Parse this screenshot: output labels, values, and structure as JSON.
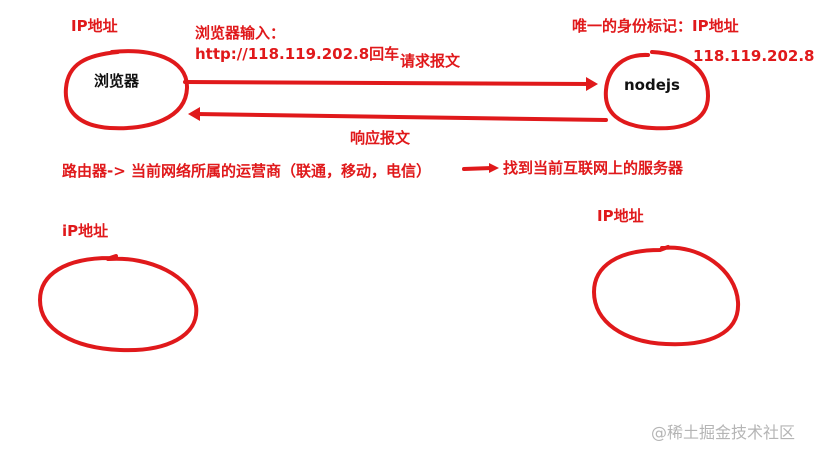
{
  "labels": {
    "ip_top_left": "IP地址",
    "browser_input_1": "浏览器输入：",
    "browser_input_2": "http://118.119.202.8回车",
    "request": "请求报文",
    "unique_id": "唯一的身份标记：IP地址",
    "server_ip": "118.119.202.8",
    "browser": "浏览器",
    "nodejs": "nodejs",
    "response": "响应报文",
    "router_line": "路由器-> 当前网络所属的运营商（联通，移动，电信）",
    "find_server": "找到当前互联网上的服务器",
    "ip_bottom_left": "iP地址",
    "ip_bottom_right": "IP地址"
  },
  "watermark": {
    "at": "@",
    "text": "稀土掘金技术社区"
  },
  "colors": {
    "ink": "#e0191b",
    "dark": "#111111",
    "watermark": "#b5b5b5"
  }
}
